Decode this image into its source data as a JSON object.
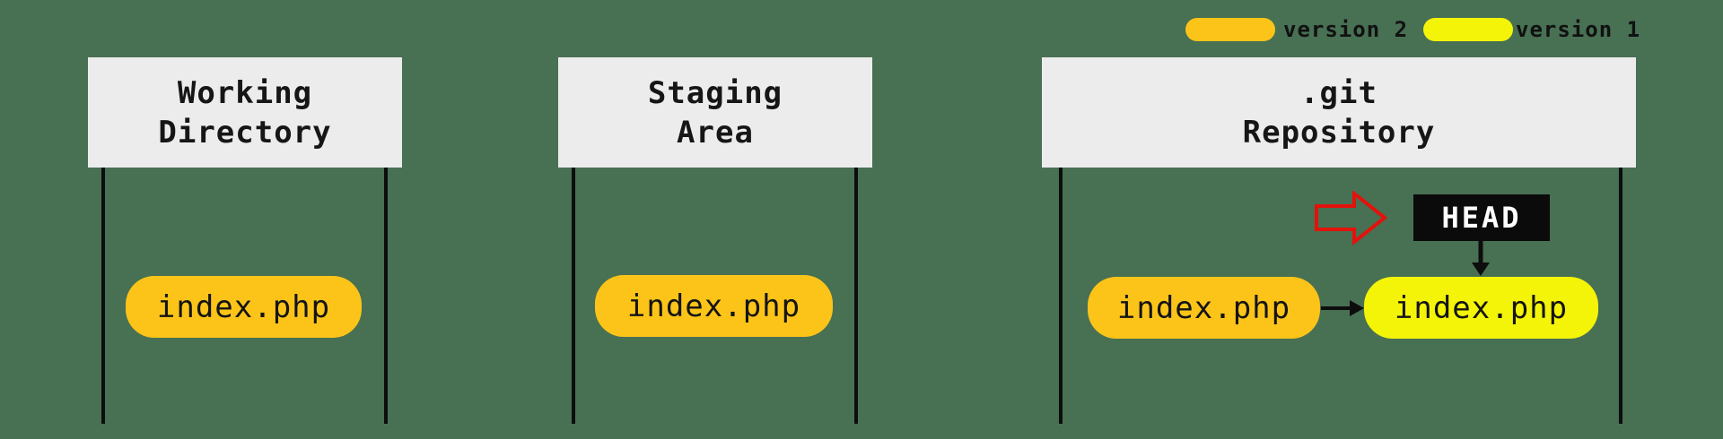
{
  "colors": {
    "background": "#487053",
    "panel": "#ECECEC",
    "version2_orange": "#FCC419",
    "version1_yellow": "#F4F409",
    "rail_black": "#0D0D0D",
    "head_bg": "#0B0B0B",
    "head_text": "#FFFFFF",
    "red_arrow": "#E3120B"
  },
  "legend": {
    "items": [
      {
        "label": "version 2",
        "color": "#FCC419"
      },
      {
        "label": "version 1",
        "color": "#F4F409"
      }
    ]
  },
  "columns": [
    {
      "title": [
        "Working",
        "Directory"
      ],
      "files": [
        {
          "label": "index.php",
          "version": "version 2"
        }
      ]
    },
    {
      "title": [
        "Staging",
        "Area"
      ],
      "files": [
        {
          "label": "index.php",
          "version": "version 2"
        }
      ]
    },
    {
      "title": [
        ".git",
        "Repository"
      ],
      "files": [
        {
          "label": "index.php",
          "version": "version 2"
        },
        {
          "label": "index.php",
          "version": "version 1"
        }
      ]
    }
  ],
  "head": {
    "label": "HEAD"
  },
  "icons": {
    "red_arrow": "hollow-right-arrow",
    "flow_arrow": "right-arrow",
    "head_pointer": "down-arrow"
  }
}
